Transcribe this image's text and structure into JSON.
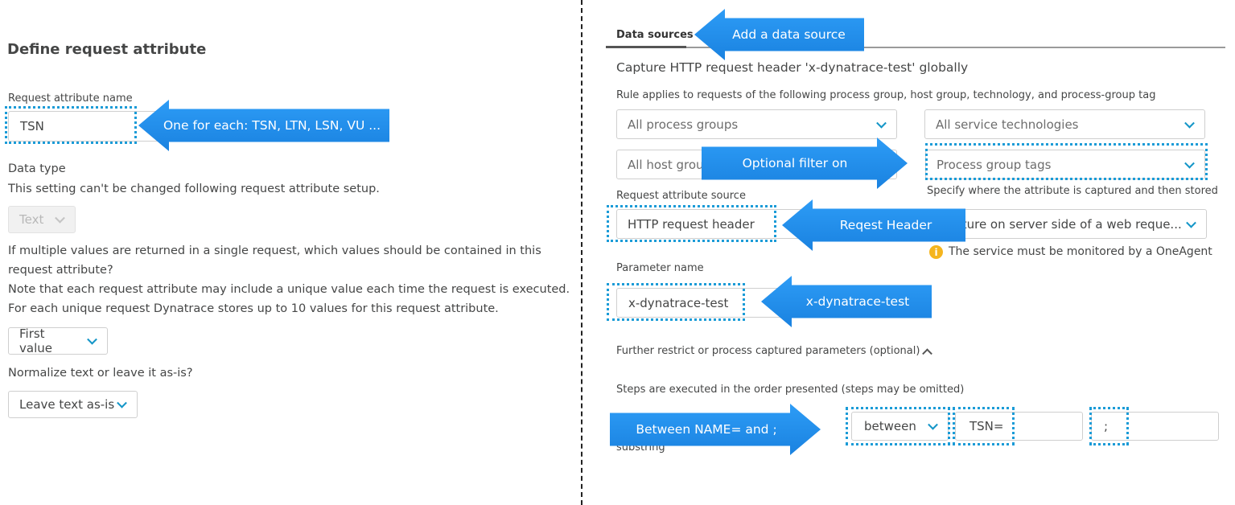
{
  "left": {
    "title": "Define request attribute",
    "name_label": "Request attribute name",
    "name_value": "TSN",
    "data_type_label": "Data type",
    "data_type_note": "This setting can't be changed following request attribute setup.",
    "data_type_value": "Text",
    "multi_line1": "If multiple values are returned in a single request, which values should be contained in this",
    "multi_line2": "request attribute?",
    "multi_line3": "Note that each request attribute may include a unique value each time the request is executed.",
    "multi_line4": "For each unique request Dynatrace stores up to 10 values for this request attribute.",
    "multi_value": "First value",
    "normalize_label": "Normalize text or leave it as-is?",
    "normalize_value": "Leave text as-is"
  },
  "right": {
    "tab": "Data sources",
    "capture_title": "Capture HTTP request header 'x-dynatrace-test' globally",
    "rule_text": "Rule applies to requests of the following process group, host group, technology, and process-group tag",
    "process_groups": "All process groups",
    "service_tech": "All service technologies",
    "host_groups": "All host grou",
    "pg_tags": "Process group tags",
    "specify_text": "Specify where the attribute is captured and then stored",
    "source_label": "Request attribute source",
    "source_value": "HTTP request header",
    "capture_side": "apture on server side of a web reque...",
    "agent_note": "The service must be monitored by a OneAgent",
    "param_label": "Parameter name",
    "param_value": "x-dynatrace-test",
    "further_label": "Further restrict or process captured parameters (optional)",
    "steps_label": "Steps are executed in the order presented (steps may be omitted)",
    "substring": "substring",
    "between": "between",
    "tsn_eq": "TSN=",
    "semicolon": ";"
  },
  "callouts": {
    "add_source": "Add a data source",
    "one_each": "One for each: TSN, LTN, LSN, VU ...",
    "optional_filter": "Optional filter on",
    "request_header": "Reqest Header",
    "xdyn": "x-dynatrace-test",
    "between_name": "Between NAME= and ;"
  },
  "icons": {
    "chevron": "chevron-down-icon",
    "info": "info-icon"
  },
  "colors": {
    "accent": "#1496c8",
    "callout": "#2d9cf6",
    "info": "#f5b51e"
  }
}
